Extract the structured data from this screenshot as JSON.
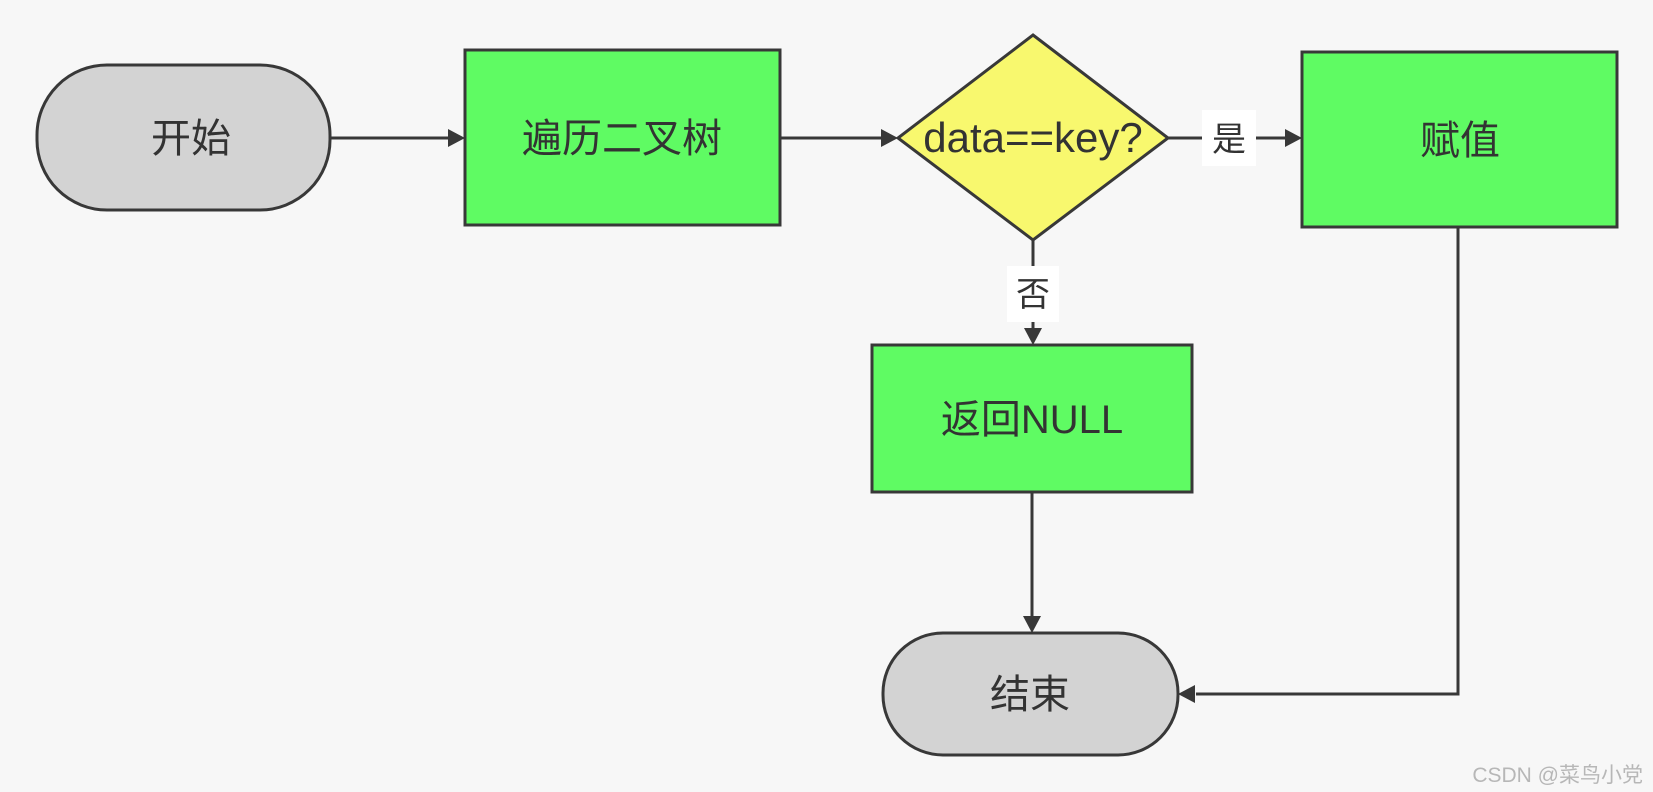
{
  "nodes": {
    "start": {
      "label": "开始",
      "shape": "terminator"
    },
    "traverse": {
      "label": "遍历二叉树",
      "shape": "process"
    },
    "decision": {
      "label": "data==key?",
      "shape": "decision"
    },
    "assign": {
      "label": "赋值",
      "shape": "process"
    },
    "return_null": {
      "label": "返回NULL",
      "shape": "process"
    },
    "end": {
      "label": "结束",
      "shape": "terminator"
    }
  },
  "edges": {
    "yes_label": "是",
    "no_label": "否"
  },
  "watermark": "CSDN @菜鸟小党",
  "colors": {
    "background": "#f7f7f7",
    "terminator_fill": "#d3d3d3",
    "process_fill": "#5ffb63",
    "decision_fill": "#f8f86e",
    "stroke": "#383838",
    "text": "#333333",
    "label_chip_bg": "#ffffff",
    "watermark_text": "#b7b7b7"
  }
}
